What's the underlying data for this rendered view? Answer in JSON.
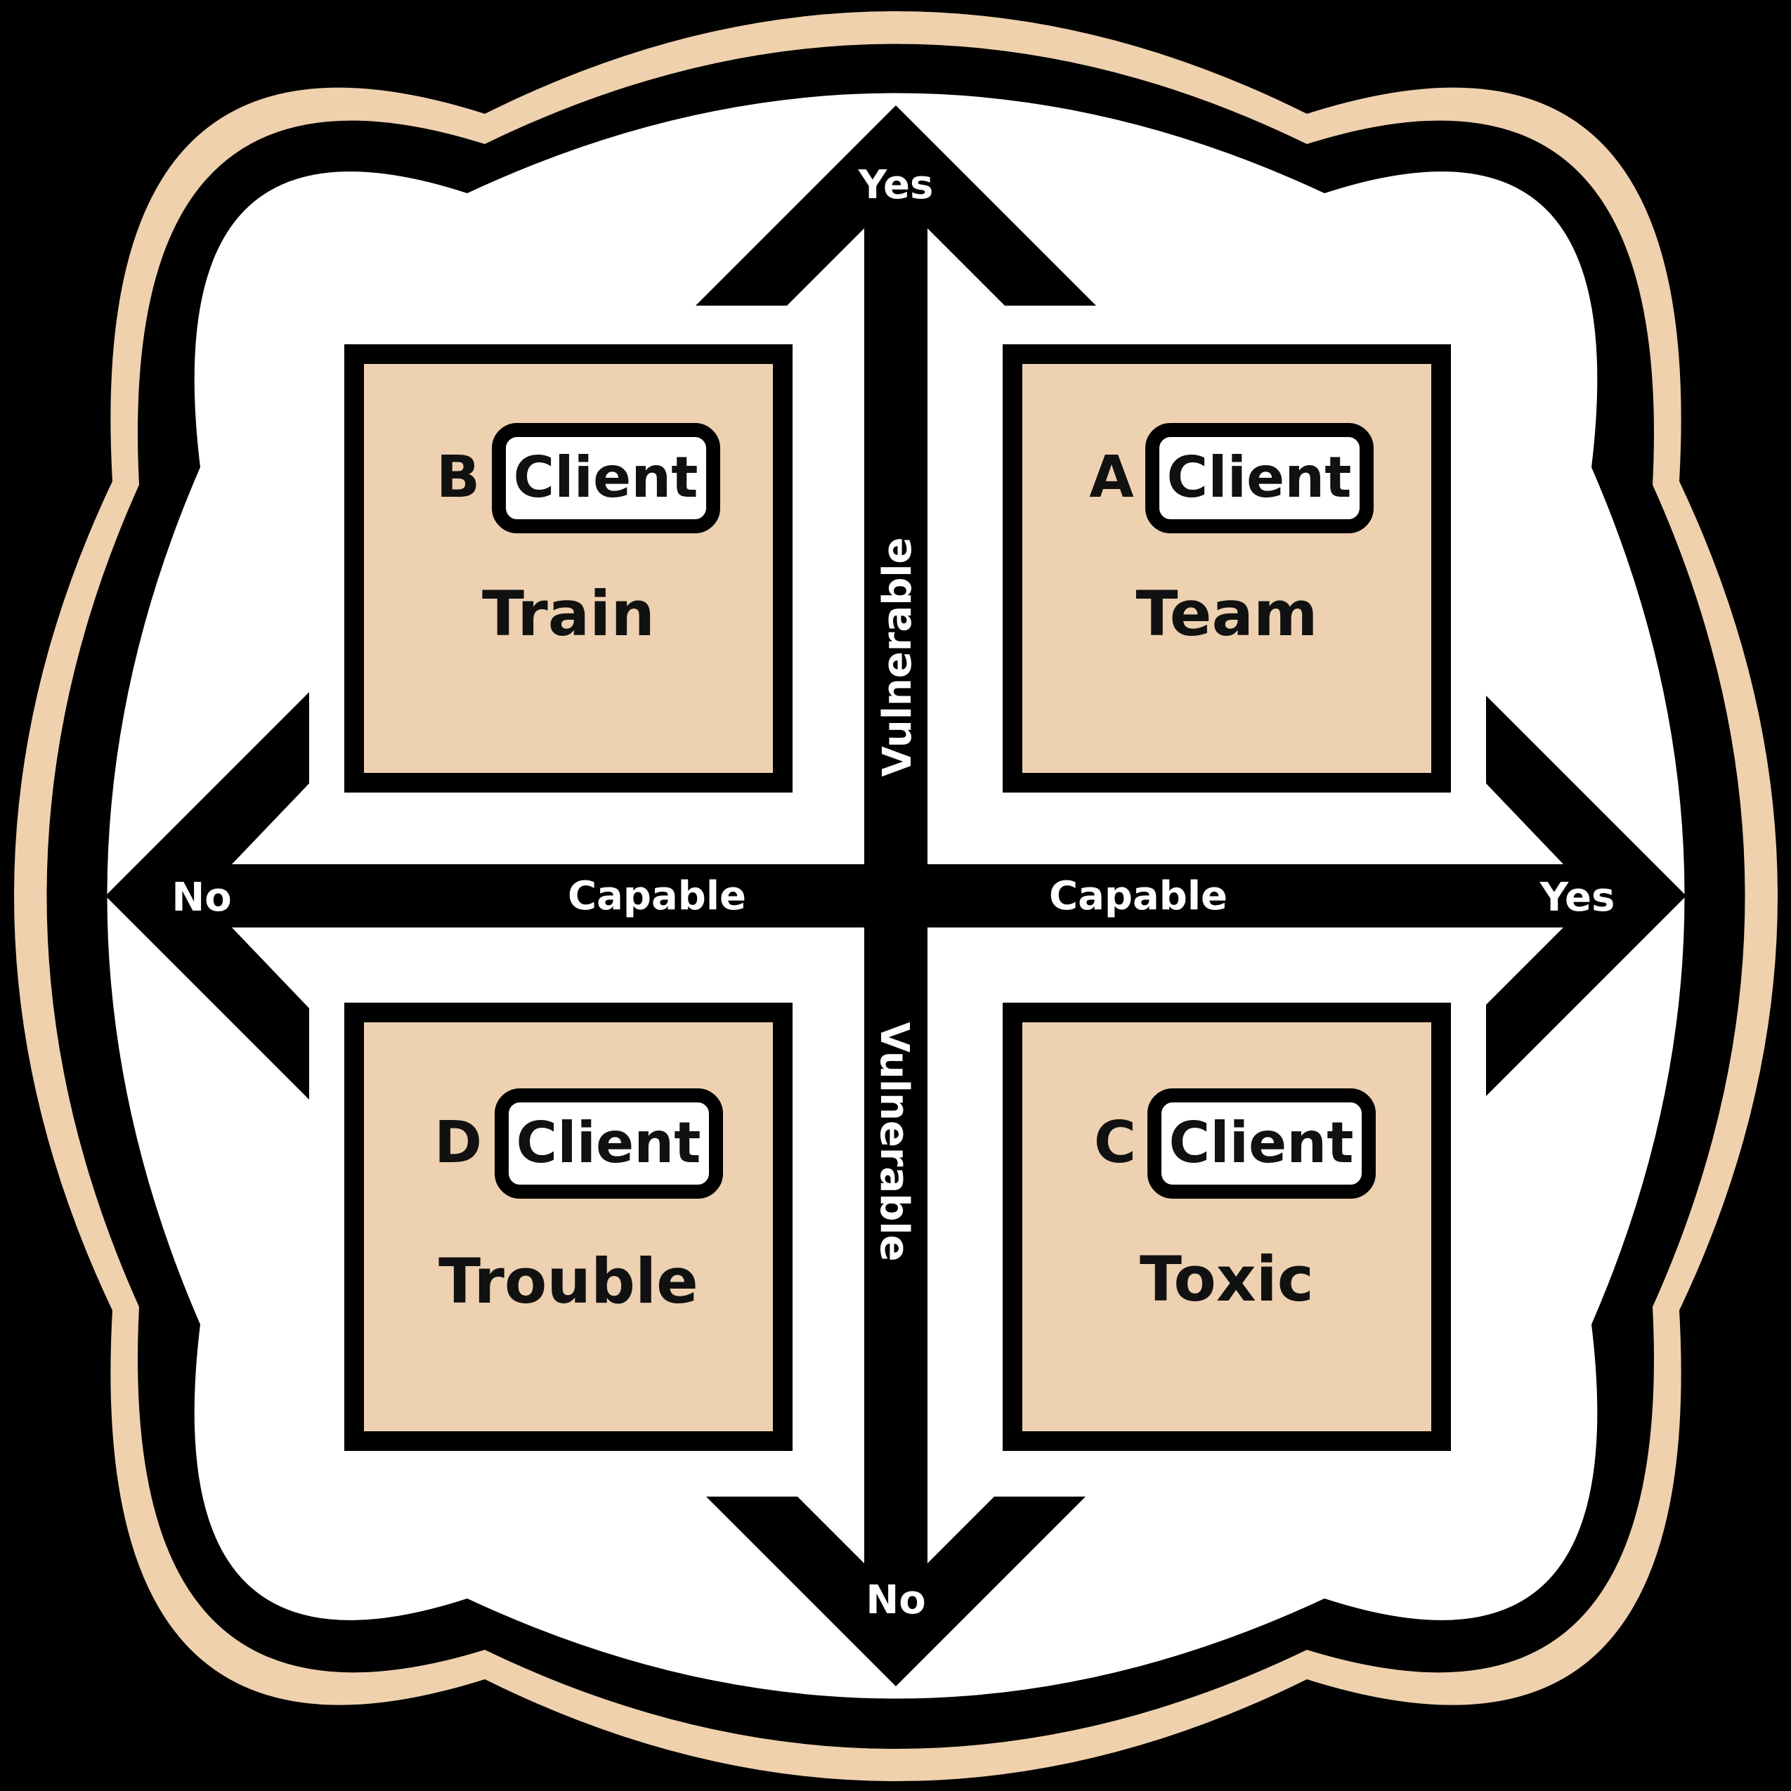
{
  "colors": {
    "background": "#000000",
    "outer_ring": "#efd1ae",
    "inner_field": "#ffffff",
    "quadrant_fill": "#edd1b1",
    "ink": "#000000"
  },
  "axes": {
    "vertical": {
      "name": "Vulnerable",
      "top": "Yes",
      "bottom": "No"
    },
    "horizontal": {
      "name": "Capable",
      "left": "No",
      "right": "Yes"
    }
  },
  "quadrants": {
    "top_left": {
      "letter": "B",
      "badge": "Client",
      "word": "Train"
    },
    "top_right": {
      "letter": "A",
      "badge": "Client",
      "word": "Team"
    },
    "bottom_left": {
      "letter": "D",
      "badge": "Client",
      "word": "Trouble"
    },
    "bottom_right": {
      "letter": "C",
      "badge": "Client",
      "word": "Toxic"
    }
  }
}
